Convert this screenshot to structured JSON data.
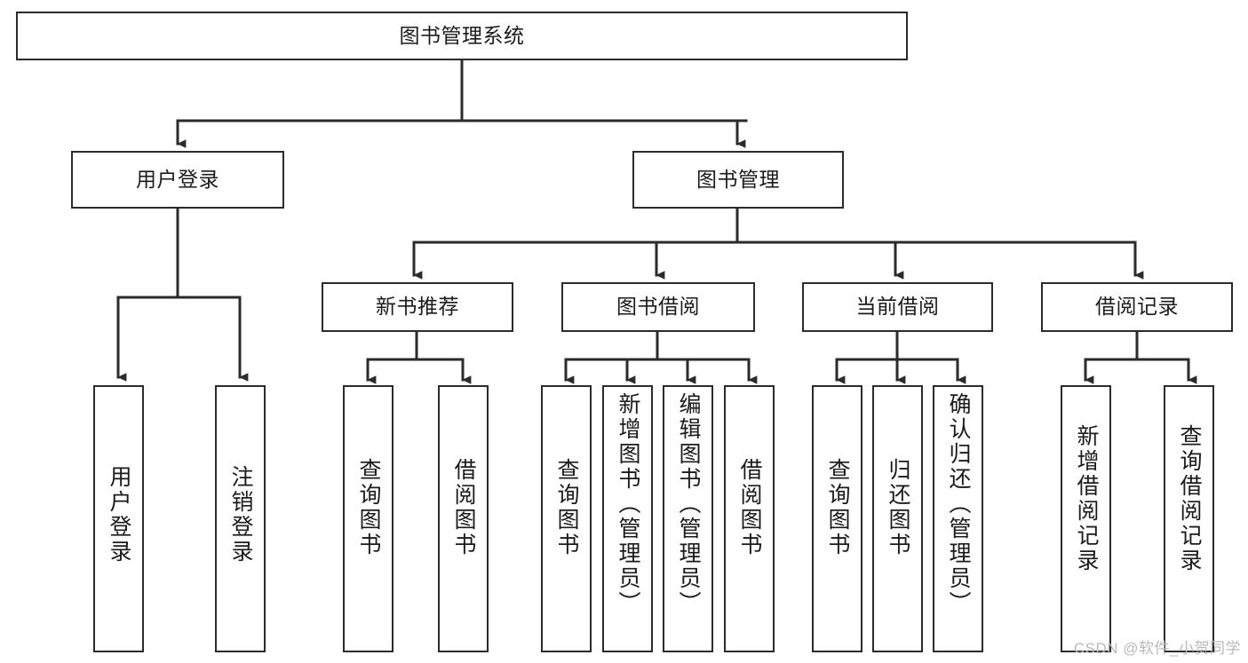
{
  "diagram": {
    "type": "hierarchy-tree",
    "title": "图书管理系统",
    "orientation": "top-down",
    "levels": 4,
    "nodes": {
      "root": {
        "label": "图书管理系统",
        "level": 1,
        "text_direction": "horizontal"
      },
      "user_login": {
        "label": "用户登录",
        "level": 2,
        "text_direction": "horizontal"
      },
      "book_manage": {
        "label": "图书管理",
        "level": 2,
        "text_direction": "horizontal"
      },
      "new_book_rec": {
        "label": "新书推荐",
        "level": 3,
        "text_direction": "horizontal"
      },
      "book_borrow": {
        "label": "图书借阅",
        "level": 3,
        "text_direction": "horizontal"
      },
      "current_borrow": {
        "label": "当前借阅",
        "level": 3,
        "text_direction": "horizontal"
      },
      "borrow_record": {
        "label": "借阅记录",
        "level": 3,
        "text_direction": "horizontal"
      },
      "leaf_user_login": {
        "label": "用户登录",
        "level": 4,
        "text_direction": "vertical"
      },
      "leaf_logout": {
        "label": "注销登录",
        "level": 4,
        "text_direction": "vertical"
      },
      "leaf_query_book_1": {
        "label": "查询图书",
        "level": 4,
        "text_direction": "vertical"
      },
      "leaf_borrow_book_1": {
        "label": "借阅图书",
        "level": 4,
        "text_direction": "vertical"
      },
      "leaf_query_book_2": {
        "label": "查询图书",
        "level": 4,
        "text_direction": "vertical"
      },
      "leaf_add_book": {
        "label": "新增图书（管理员）",
        "level": 4,
        "text_direction": "vertical"
      },
      "leaf_edit_book": {
        "label": "编辑图书（管理员）",
        "level": 4,
        "text_direction": "vertical"
      },
      "leaf_borrow_book_2": {
        "label": "借阅图书",
        "level": 4,
        "text_direction": "vertical"
      },
      "leaf_query_book_3": {
        "label": "查询图书",
        "level": 4,
        "text_direction": "vertical"
      },
      "leaf_return_book": {
        "label": "归还图书",
        "level": 4,
        "text_direction": "vertical"
      },
      "leaf_confirm_return": {
        "label": "确认归还（管理员）",
        "level": 4,
        "text_direction": "vertical"
      },
      "leaf_add_record": {
        "label": "新增借阅记录",
        "level": 4,
        "text_direction": "vertical"
      },
      "leaf_query_record": {
        "label": "查询借阅记录",
        "level": 4,
        "text_direction": "vertical"
      }
    },
    "edges": [
      {
        "from": "root",
        "to": "user_login"
      },
      {
        "from": "root",
        "to": "book_manage"
      },
      {
        "from": "user_login",
        "to": "leaf_user_login"
      },
      {
        "from": "user_login",
        "to": "leaf_logout"
      },
      {
        "from": "book_manage",
        "to": "new_book_rec"
      },
      {
        "from": "book_manage",
        "to": "book_borrow"
      },
      {
        "from": "book_manage",
        "to": "current_borrow"
      },
      {
        "from": "book_manage",
        "to": "borrow_record"
      },
      {
        "from": "new_book_rec",
        "to": "leaf_query_book_1"
      },
      {
        "from": "new_book_rec",
        "to": "leaf_borrow_book_1"
      },
      {
        "from": "book_borrow",
        "to": "leaf_query_book_2"
      },
      {
        "from": "book_borrow",
        "to": "leaf_add_book"
      },
      {
        "from": "book_borrow",
        "to": "leaf_edit_book"
      },
      {
        "from": "book_borrow",
        "to": "leaf_borrow_book_2"
      },
      {
        "from": "current_borrow",
        "to": "leaf_query_book_3"
      },
      {
        "from": "current_borrow",
        "to": "leaf_return_book"
      },
      {
        "from": "current_borrow",
        "to": "leaf_confirm_return"
      },
      {
        "from": "borrow_record",
        "to": "leaf_add_record"
      },
      {
        "from": "borrow_record",
        "to": "leaf_query_record"
      }
    ],
    "colors": {
      "stroke": "#2b2b2b",
      "fill": "#ffffff",
      "text": "#1b1b1b",
      "watermark": "#b9b9b9"
    }
  },
  "watermark": {
    "text": "CSDN @软件_小贺同学"
  }
}
